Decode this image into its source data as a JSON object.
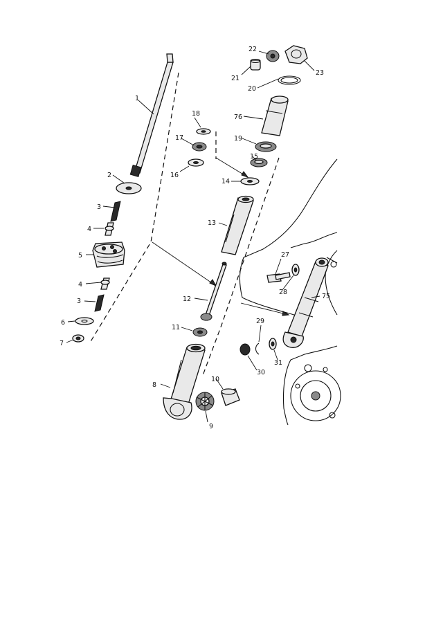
{
  "parts": [
    {
      "id": "p1",
      "label": "1"
    },
    {
      "id": "p2",
      "label": "2"
    },
    {
      "id": "p3a",
      "label": "3"
    },
    {
      "id": "p3b",
      "label": "3"
    },
    {
      "id": "p4a",
      "label": "4"
    },
    {
      "id": "p4b",
      "label": "4"
    },
    {
      "id": "p5",
      "label": "5"
    },
    {
      "id": "p6",
      "label": "6"
    },
    {
      "id": "p7",
      "label": "7"
    },
    {
      "id": "p8",
      "label": "8"
    },
    {
      "id": "p9",
      "label": "9"
    },
    {
      "id": "p10",
      "label": "10"
    },
    {
      "id": "p11",
      "label": "11"
    },
    {
      "id": "p12",
      "label": "12"
    },
    {
      "id": "p13",
      "label": "13"
    },
    {
      "id": "p14",
      "label": "14"
    },
    {
      "id": "p15",
      "label": "15"
    },
    {
      "id": "p16",
      "label": "16"
    },
    {
      "id": "p17",
      "label": "17"
    },
    {
      "id": "p18",
      "label": "18"
    },
    {
      "id": "p19",
      "label": "19"
    },
    {
      "id": "p20",
      "label": "20"
    },
    {
      "id": "p21",
      "label": "21"
    },
    {
      "id": "p22",
      "label": "22"
    },
    {
      "id": "p23",
      "label": "23"
    },
    {
      "id": "p27",
      "label": "27"
    },
    {
      "id": "p28",
      "label": "28"
    },
    {
      "id": "p29",
      "label": "29"
    },
    {
      "id": "p30",
      "label": "30"
    },
    {
      "id": "p31",
      "label": "31"
    },
    {
      "id": "p75",
      "label": "75"
    },
    {
      "id": "p76",
      "label": "76"
    }
  ]
}
